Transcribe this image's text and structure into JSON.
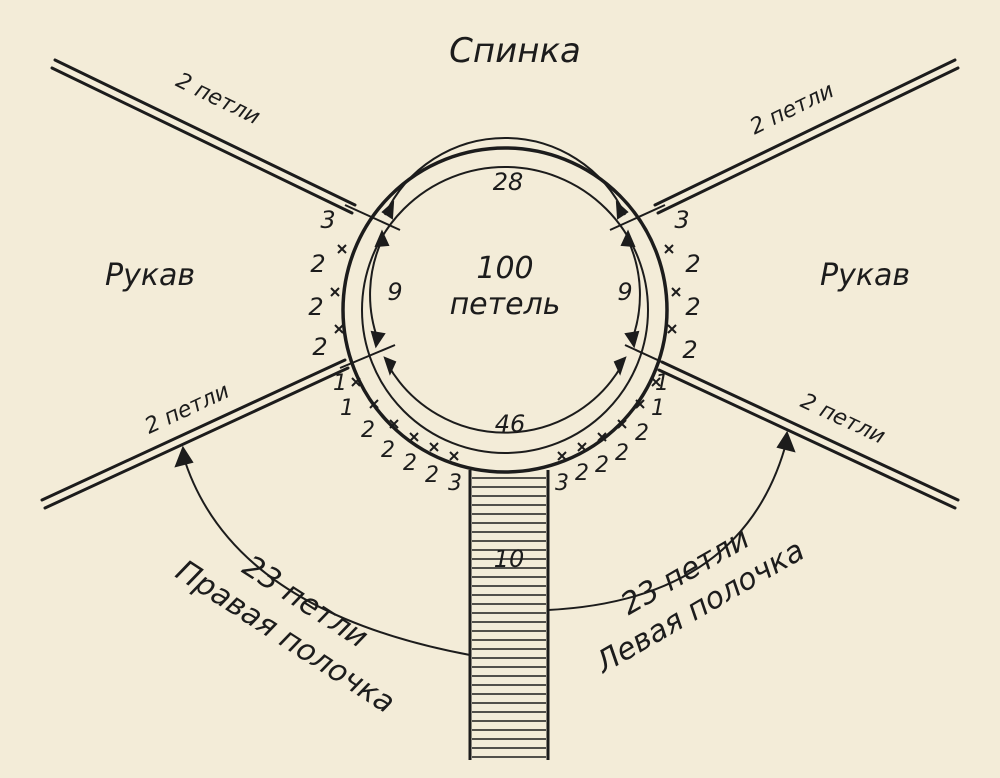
{
  "labels": {
    "back": "Спинка",
    "sleeve_left": "Рукав",
    "sleeve_right": "Рукав",
    "center_count": "100",
    "center_unit": "петель",
    "top_arc": "28",
    "bottom_arc": "46",
    "side_left": "9",
    "side_right": "9",
    "placket": "10",
    "raglan_upper_left": "2 петли",
    "raglan_upper_right": "2 петли",
    "raglan_lower_left": "2 петли",
    "raglan_lower_right": "2 петли",
    "front_right_count": "23 петли",
    "front_right_name": "Правая полочка",
    "front_left_count": "23 петли",
    "front_left_name": "Левая полочка"
  },
  "decrease_marks": {
    "left_sleeve": [
      "3",
      "2",
      "2",
      "2"
    ],
    "right_sleeve": [
      "3",
      "2",
      "2",
      "2"
    ],
    "left_front": [
      "1",
      "1",
      "2",
      "2",
      "2",
      "2",
      "3"
    ],
    "right_front": [
      "3",
      "2",
      "2",
      "2",
      "2",
      "1",
      "1"
    ]
  },
  "colors": {
    "ink": "#1c1c1c",
    "paper": "#f3ecd8"
  }
}
